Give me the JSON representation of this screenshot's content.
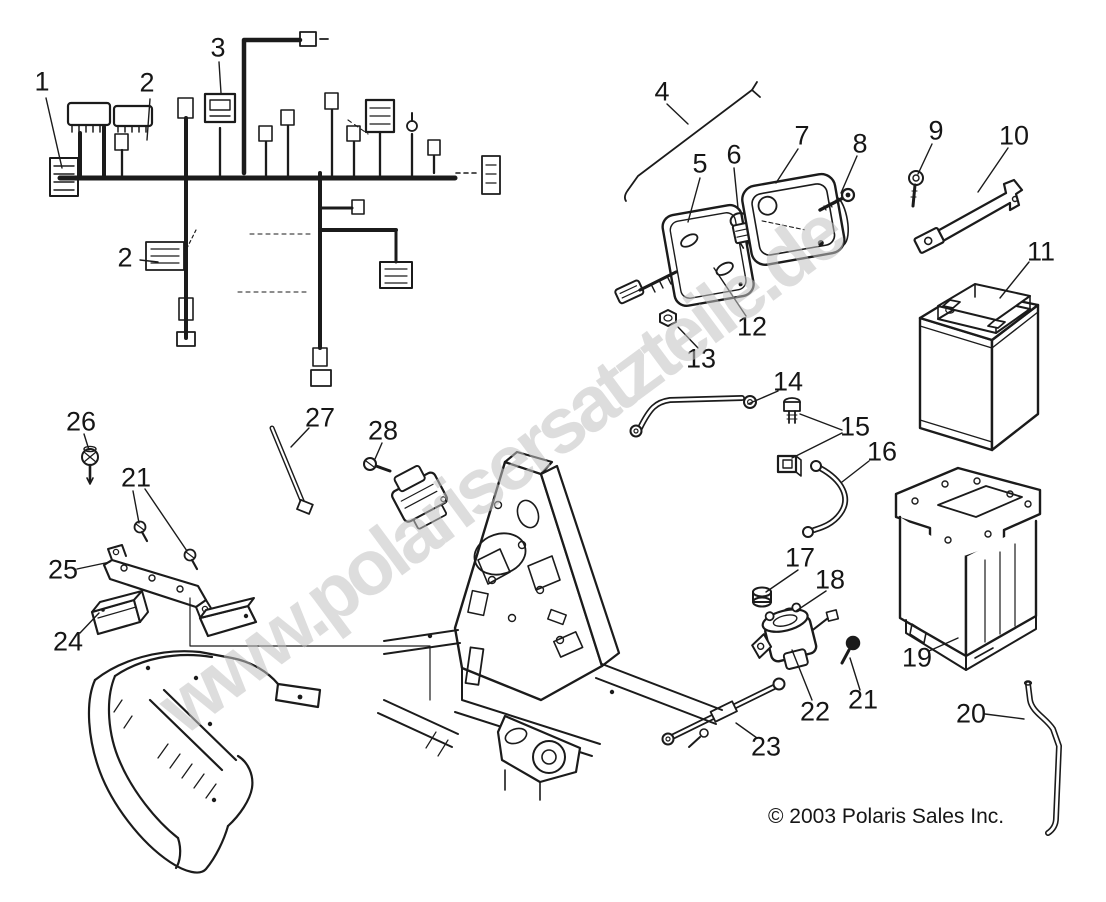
{
  "colors": {
    "background": "#ffffff",
    "line": "#1b1b1b",
    "watermark": "#c3c3c3"
  },
  "watermark": {
    "text": "www.polarisersatzteile.de"
  },
  "footer": {
    "copyright": "© 2003 Polaris Sales Inc."
  },
  "callouts": [
    {
      "label": "1"
    },
    {
      "label": "2"
    },
    {
      "label": "3"
    },
    {
      "label": "2"
    },
    {
      "label": "4"
    },
    {
      "label": "5"
    },
    {
      "label": "6"
    },
    {
      "label": "7"
    },
    {
      "label": "8"
    },
    {
      "label": "9"
    },
    {
      "label": "10"
    },
    {
      "label": "11"
    },
    {
      "label": "12"
    },
    {
      "label": "13"
    },
    {
      "label": "14"
    },
    {
      "label": "15"
    },
    {
      "label": "16"
    },
    {
      "label": "17"
    },
    {
      "label": "18"
    },
    {
      "label": "19"
    },
    {
      "label": "20"
    },
    {
      "label": "21"
    },
    {
      "label": "21"
    },
    {
      "label": "22"
    },
    {
      "label": "23"
    },
    {
      "label": "24"
    },
    {
      "label": "25"
    },
    {
      "label": "26"
    },
    {
      "label": "27"
    },
    {
      "label": "28"
    }
  ]
}
